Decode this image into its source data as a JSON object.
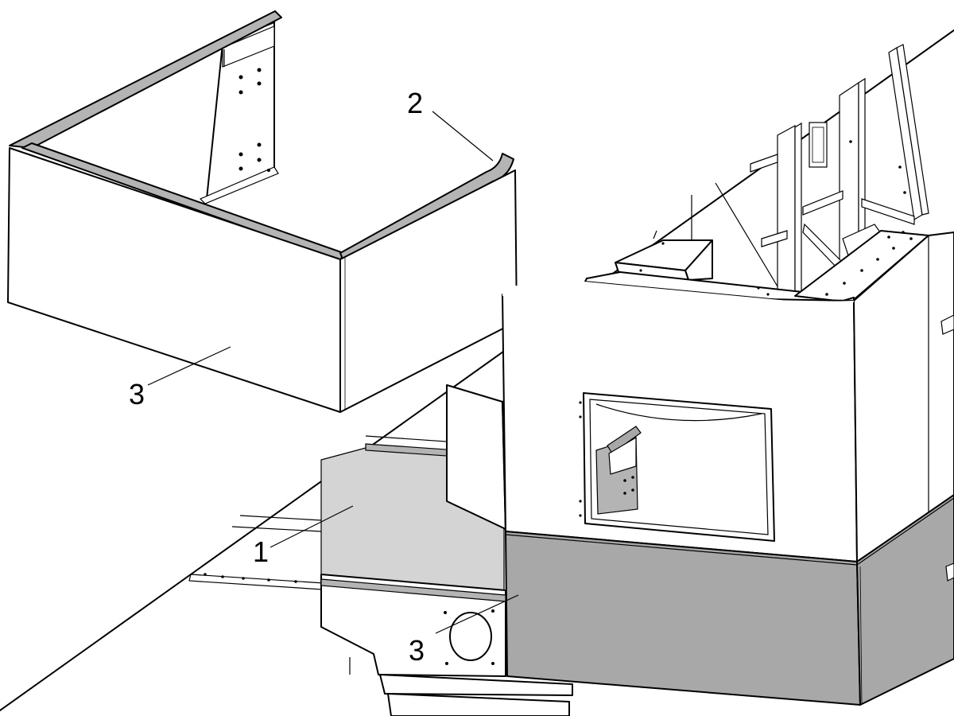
{
  "callouts": [
    {
      "id": "callout-1",
      "label": "1"
    },
    {
      "id": "callout-2",
      "label": "2"
    },
    {
      "id": "callout-3-top",
      "label": "3"
    },
    {
      "id": "callout-3-bottom",
      "label": "3"
    }
  ],
  "colors": {
    "line": "#000000",
    "background": "#ffffff",
    "panel_light": "#d4d4d4",
    "panel_dark": "#a8a8a8",
    "trim": "#b4b4b4"
  }
}
